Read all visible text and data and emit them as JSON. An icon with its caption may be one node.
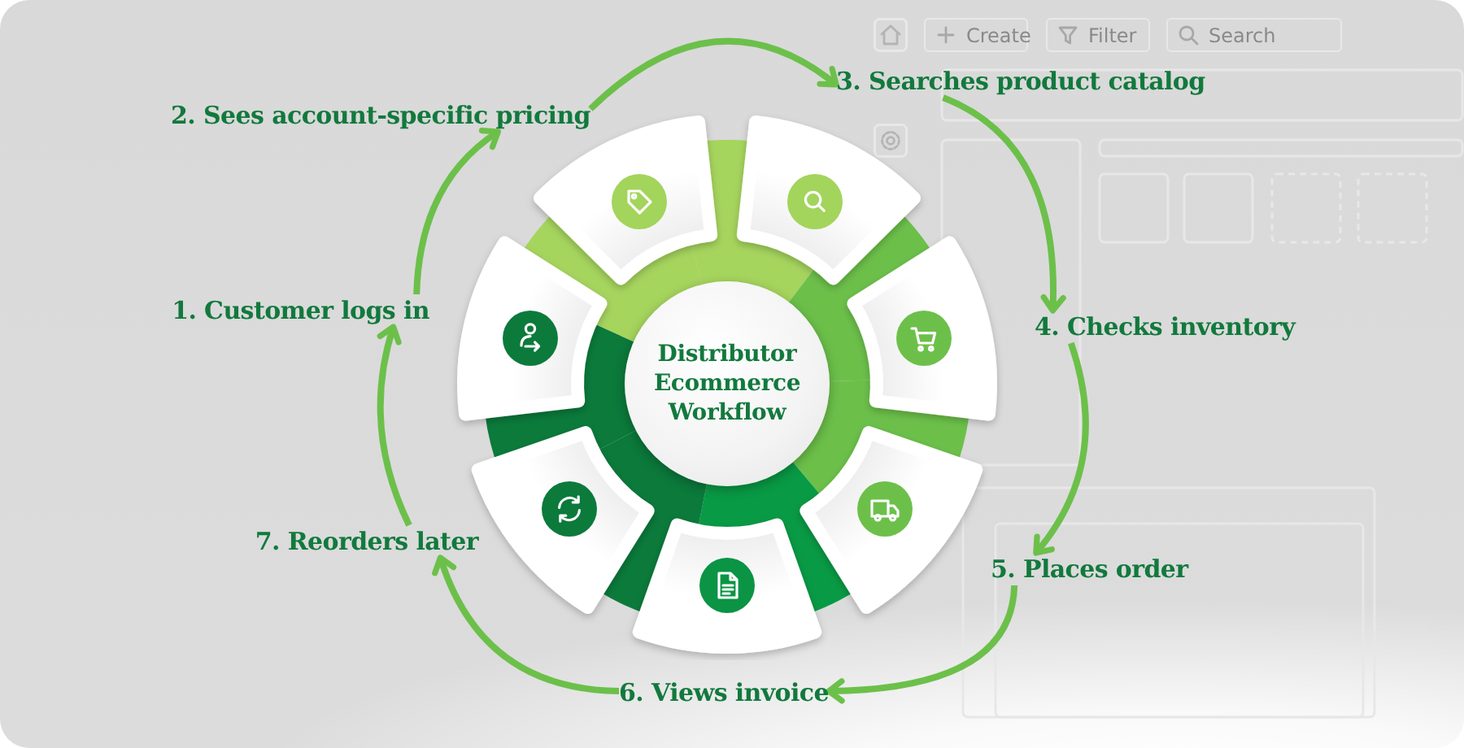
{
  "diagram": {
    "nodes": [
      {
        "text": [
          "Distributor Ecommerce Workflow"
        ]
      },
      {
        "text": [
          "1. Customer logs in"
        ]
      },
      {
        "text": [
          "2. Sees account-specific pricing"
        ]
      },
      {
        "text": [
          "3. Searches product catalog"
        ]
      },
      {
        "text": [
          "4. Checks inventory"
        ]
      },
      {
        "text": [
          "5. Places order"
        ]
      },
      {
        "text": [
          "6. Views invoice"
        ]
      },
      {
        "text": [
          "7. Reorders later"
        ]
      }
    ],
    "edges": [
      {
        "from": 1,
        "to": 2,
        "arrow": "to"
      },
      {
        "from": 2,
        "to": 3,
        "arrow": "to"
      },
      {
        "from": 3,
        "to": 4,
        "arrow": "to"
      },
      {
        "from": 4,
        "to": 5,
        "arrow": "to"
      },
      {
        "from": 5,
        "to": 6,
        "arrow": "to"
      },
      {
        "from": 6,
        "to": 7,
        "arrow": "to"
      },
      {
        "from": 7,
        "to": 1,
        "arrow": "to"
      }
    ],
    "labels": [
      "Create",
      "Filter",
      "Search"
    ]
  }
}
